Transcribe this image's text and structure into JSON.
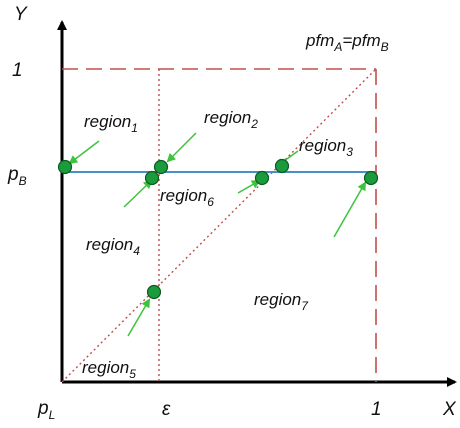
{
  "axes": {
    "x_label": "X",
    "y_label": "Y",
    "origin_label": "p",
    "origin_sub": "L",
    "x_tick_eps": "ε",
    "x_tick_one": "1",
    "y_tick_one": "1",
    "y_tick_pb": "p",
    "y_tick_pb_sub": "B"
  },
  "equation": {
    "a": "pfm",
    "a_sub": "A",
    "eq": "=",
    "b": "pfm",
    "b_sub": "B"
  },
  "regions": {
    "r1": {
      "text": "region",
      "sub": "1"
    },
    "r2": {
      "text": "region",
      "sub": "2"
    },
    "r3": {
      "text": "region",
      "sub": "3"
    },
    "r4": {
      "text": "region",
      "sub": "4"
    },
    "r5": {
      "text": "region",
      "sub": "5"
    },
    "r6": {
      "text": "region",
      "sub": "6"
    },
    "r7": {
      "text": "region",
      "sub": "7"
    }
  },
  "colors": {
    "axis": "#000000",
    "dashed_box": "#c0504d",
    "dotted": "#c0504d",
    "pb_line": "#4a90c8",
    "point_fill": "#1a9b3c",
    "point_stroke": "#0d5a22",
    "arrow": "#3cc43c"
  }
}
